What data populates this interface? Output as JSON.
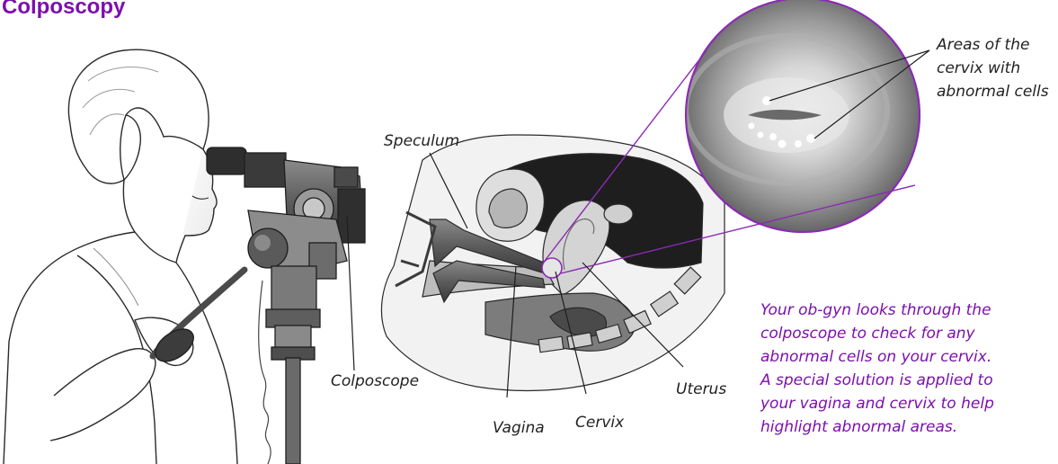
{
  "title": "Colposcopy",
  "colors": {
    "title": "#7d0fae",
    "callout_text": "#7d0fae",
    "magnifier_ring": "#8a2bb5",
    "line_art": "#2a2a2a"
  },
  "labels": {
    "speculum": "Speculum",
    "colposcope": "Colposcope",
    "vagina": "Vagina",
    "cervix": "Cervix",
    "uterus": "Uterus",
    "areas": [
      "Areas of the",
      "cervix with",
      "abnormal cells"
    ]
  },
  "description": [
    "Your ob-gyn looks through the",
    "colposcope to check for any",
    "abnormal cells on your cervix.",
    "A special solution is applied to",
    "your vagina and cervix to help",
    "highlight abnormal areas."
  ],
  "icons": [
    "examiner-illustration",
    "colposcope-illustration",
    "pelvic-anatomy-illustration",
    "cervix-magnified-view"
  ]
}
